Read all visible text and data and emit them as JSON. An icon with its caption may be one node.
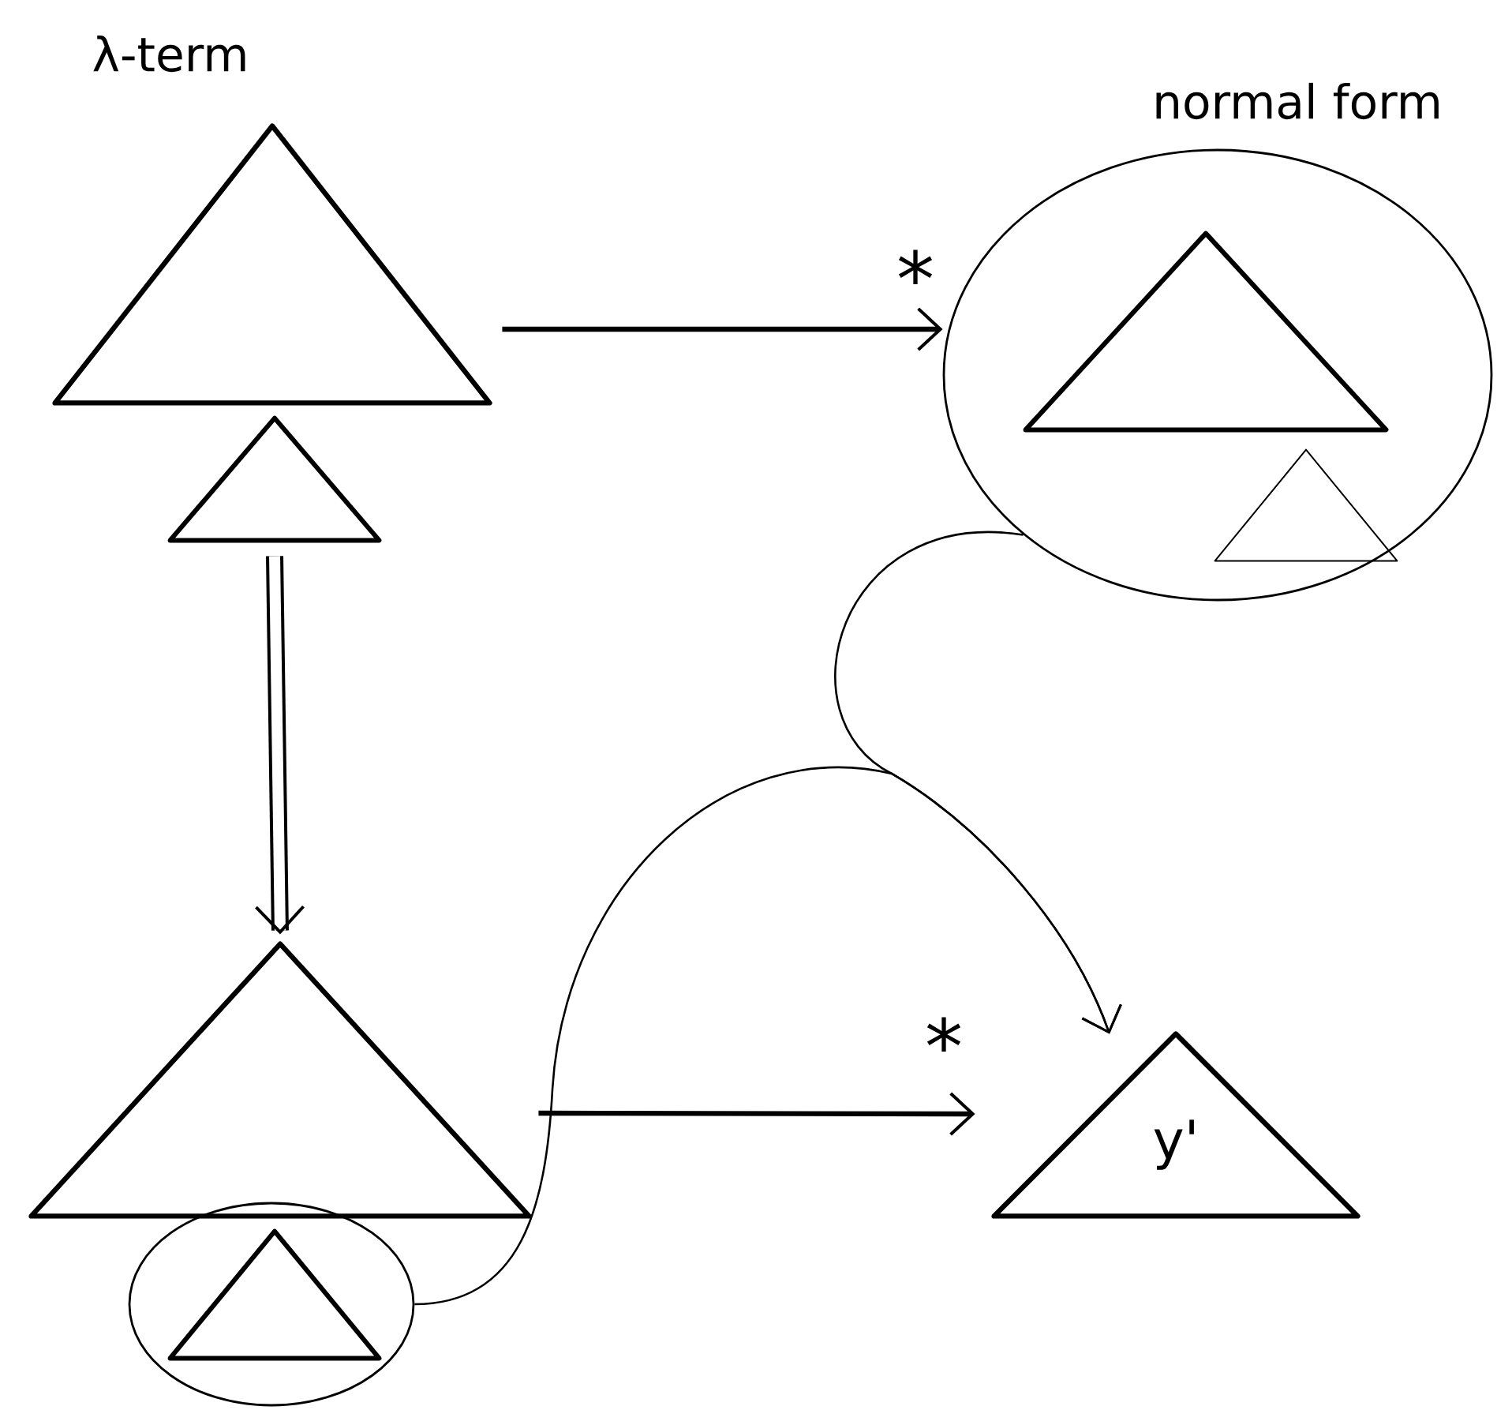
{
  "diagram": {
    "nodes": [
      {
        "text": [],
        "shape": "triangle"
      },
      {
        "text": [],
        "shape": "triangle"
      },
      {
        "text": [],
        "shape": "circle"
      },
      {
        "text": [],
        "shape": "triangle",
        "in": 2
      },
      {
        "text": [],
        "shape": "triangle",
        "in": 2
      },
      {
        "text": [],
        "shape": "triangle"
      },
      {
        "text": [],
        "shape": "circle"
      },
      {
        "text": [],
        "shape": "triangle",
        "in": 6
      },
      {
        "text": [
          "y'"
        ]
      }
    ],
    "edges": [
      {
        "from": 0,
        "to": 2,
        "arrow": "to",
        "label": "*"
      },
      {
        "from": 1,
        "to": 5,
        "arrow": "to",
        "style": "thick"
      },
      {
        "from": 5,
        "to": 8,
        "arrow": "to",
        "label": "*"
      },
      {
        "from": 2,
        "to": 8,
        "arrow": "to"
      },
      {
        "from": 6,
        "to": 8,
        "arrow": "to"
      }
    ],
    "labels": [
      "λ-term",
      "normal form"
    ]
  }
}
